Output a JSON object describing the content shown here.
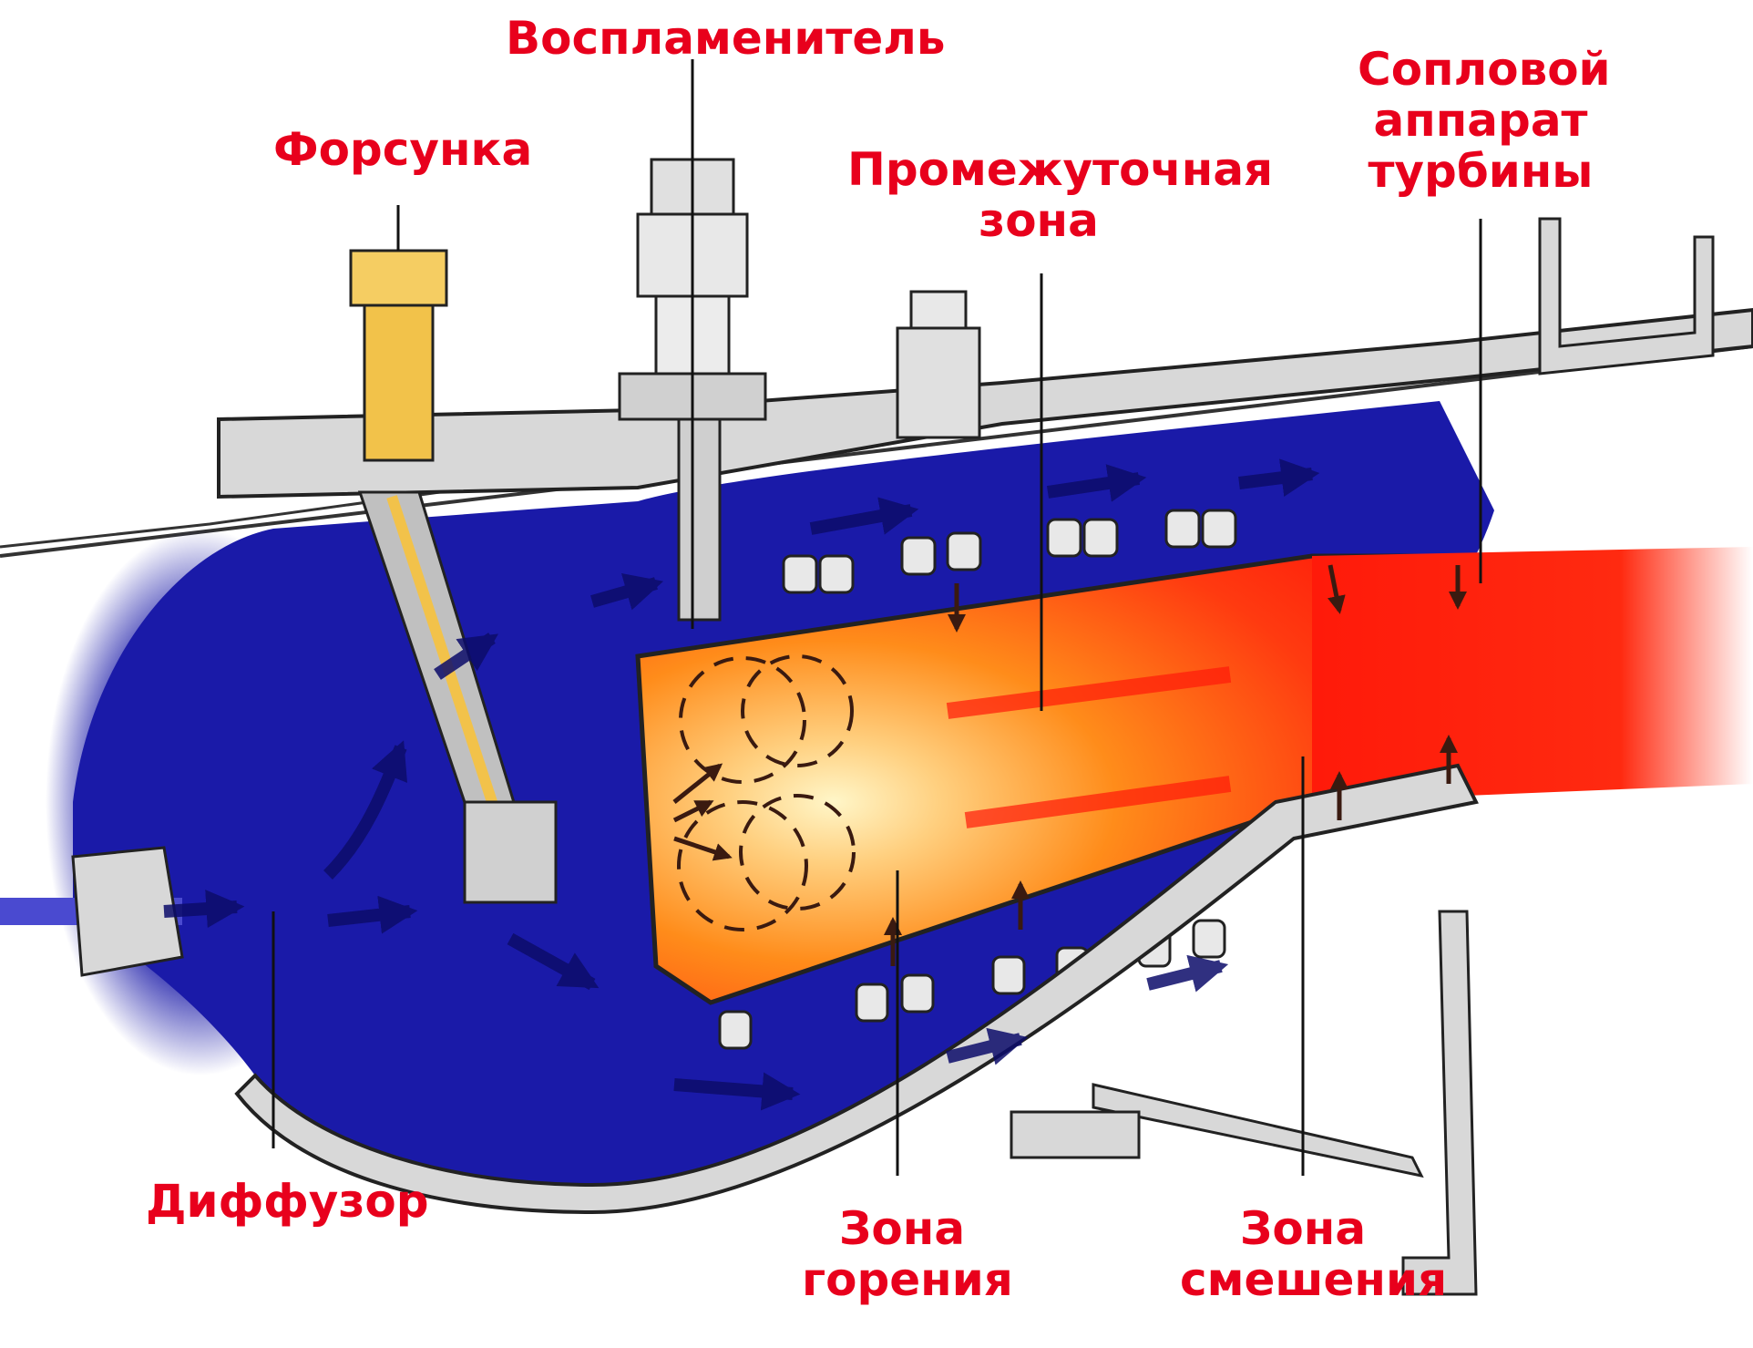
{
  "labels": {
    "ignitor": "Воспламенитель",
    "injector": "Форсунка",
    "nozzle_1": "Сопловой",
    "nozzle_2": "аппарат",
    "nozzle_3": "турбины",
    "intermediate_1": "Промежуточная",
    "intermediate_2": "зона",
    "diffuser": "Диффузор",
    "combustion_1": "Зона",
    "combustion_2": "горения",
    "mixing_1": "Зона",
    "mixing_2": "смешения"
  },
  "colors": {
    "label": "#e8001c",
    "air": "#1a1aa8",
    "flame_core": "#fff6c8",
    "flame_mid": "#ff8c1a",
    "flame_outer": "#ff1a0a",
    "metal": "#d8d8d8",
    "outline": "#222222",
    "injector": "#f2c24a"
  }
}
